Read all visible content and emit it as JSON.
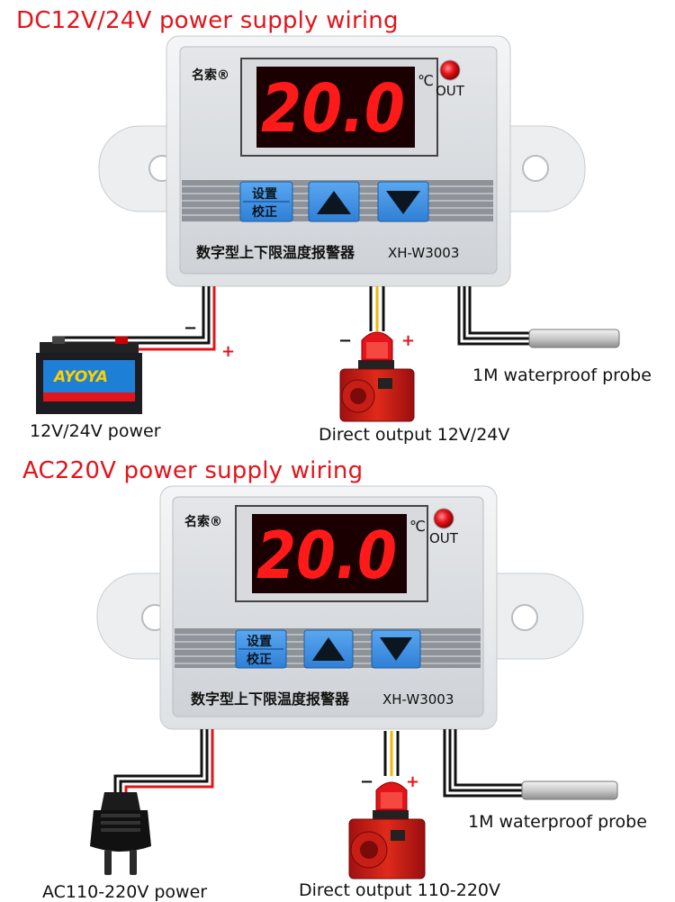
{
  "sections": [
    {
      "heading": "DC12V/24V power supply wiring",
      "device": {
        "brand": "名索®",
        "display_value": "20.0",
        "unit": "℃",
        "out_label": "OUT",
        "set_label_top": "设置",
        "set_label_bottom": "校正",
        "description": "数字型上下限温度报警器",
        "model": "XH-W3003"
      },
      "power_label": "12V/24V power",
      "output_label": "Direct output 12V/24V",
      "probe_label": "1M waterproof probe",
      "battery_brand": "AYOYA",
      "minus": "−",
      "plus": "+"
    },
    {
      "heading": "AC220V power supply wiring",
      "device": {
        "brand": "名索®",
        "display_value": "20.0",
        "unit": "℃",
        "out_label": "OUT",
        "set_label_top": "设置",
        "set_label_bottom": "校正",
        "description": "数字型上下限温度报警器",
        "model": "XH-W3003"
      },
      "power_label": "AC110-220V power",
      "output_label": "Direct output 110-220V",
      "probe_label": "1M waterproof probe",
      "minus": "−",
      "plus": "+"
    }
  ],
  "colors": {
    "heading": "#e3141b",
    "wire_red": "#e3141b",
    "wire_yellow": "#f2b705",
    "display_digits": "#ff1a1a",
    "button_blue": "#3d8fe0",
    "panel_gray": "#d8dbde"
  }
}
